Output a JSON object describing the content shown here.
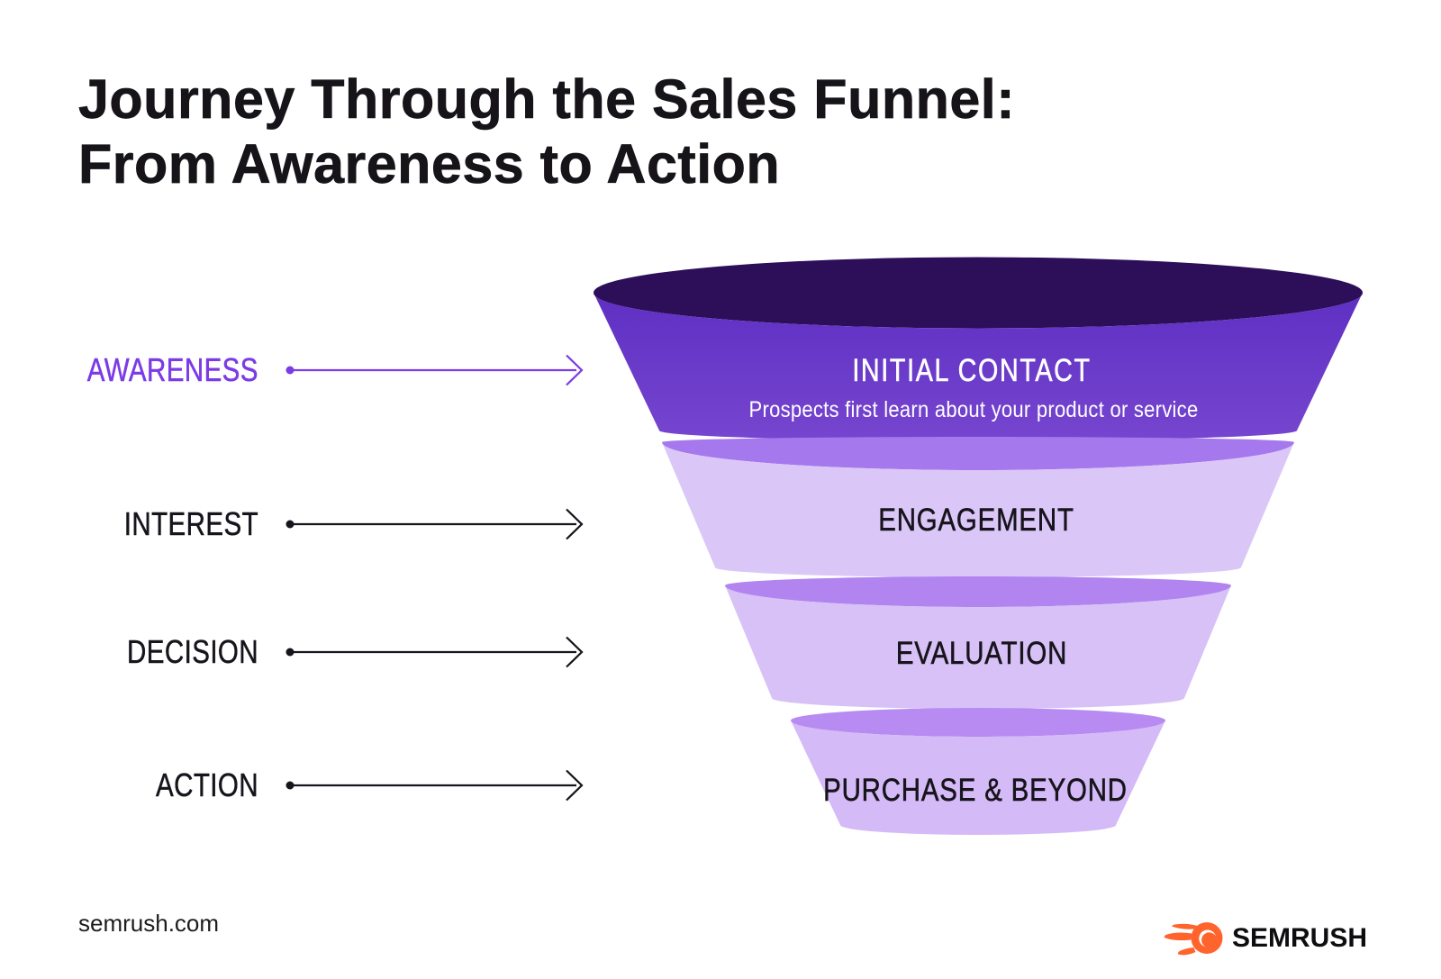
{
  "title": {
    "line1": "Journey Through the Sales Funnel:",
    "line2": "From Awareness to Action"
  },
  "stages": [
    {
      "label": "AWARENESS",
      "accent": true
    },
    {
      "label": "INTEREST",
      "accent": false
    },
    {
      "label": "DECISION",
      "accent": false
    },
    {
      "label": "ACTION",
      "accent": false
    }
  ],
  "funnel": {
    "segments": [
      {
        "title": "INITIAL CONTACT",
        "subtitle": "Prospects first learn about your product or service"
      },
      {
        "title": "ENGAGEMENT"
      },
      {
        "title": "EVALUATION"
      },
      {
        "title": "PURCHASE & BEYOND"
      }
    ]
  },
  "footer": {
    "website": "semrush.com",
    "brand": "SEMRUSH"
  },
  "colors": {
    "accent": "#7b3be6",
    "text": "#17141c",
    "title": "#161419",
    "seg1_ellipse": "#2c0e59",
    "seg1_body_top": "#5e2fc2",
    "seg1_body_bottom": "#7646d0",
    "lip2": "#a678ee",
    "body2": "#dac7f8",
    "lip3": "#b184f0",
    "body3": "#d7c1f6",
    "lip4": "#b88bf2",
    "body4": "#d4baf6",
    "logo_orange": "#ff642d"
  }
}
